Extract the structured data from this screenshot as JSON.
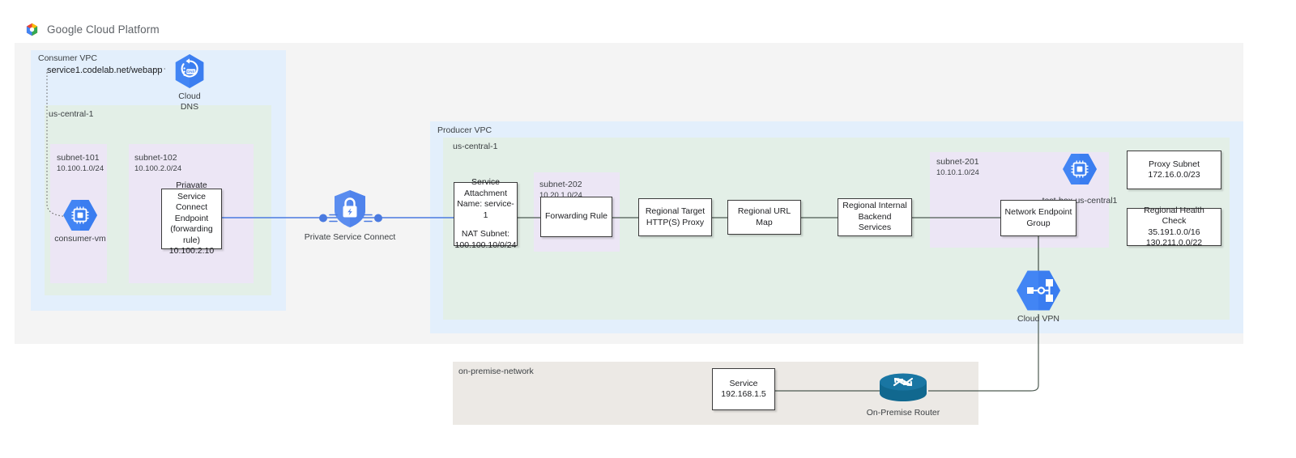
{
  "header": {
    "logo_icon": "google-cloud-platform-logo",
    "title": "Google Cloud Platform"
  },
  "consumer": {
    "vpc_label": "Consumer VPC",
    "region_label": "us-central-1",
    "dns_url": "service1.codelab.net/webapp",
    "cloud_dns": {
      "icon": "cloud-dns-icon",
      "caption_line1": "Cloud",
      "caption_line2": "DNS"
    },
    "subnet_101": {
      "name": "subnet-101",
      "cidr": "10.100.1.0/24"
    },
    "subnet_102": {
      "name": "subnet-102",
      "cidr": "10.100.2.0/24"
    },
    "consumer_vm": {
      "icon": "compute-vm-icon",
      "caption": "consumer-vm"
    },
    "psc_endpoint": {
      "line1": "Priavate Service",
      "line2": "Connect Endpoint",
      "line3": "(forwarding rule)",
      "line4": "10.100.2.10"
    }
  },
  "psc": {
    "icon": "private-service-connect-icon",
    "caption": "Private Service Connect"
  },
  "producer": {
    "vpc_label": "Producer VPC",
    "region_label": "us-central-1",
    "service_attachment": {
      "line1": "Service",
      "line2": "Attachment",
      "line3": "Name: service-1",
      "line4": "NAT Subnet:",
      "line5": "100.100.10/0/24"
    },
    "subnet_202": {
      "name": "subnet-202",
      "cidr": "10.20.1.0/24"
    },
    "forwarding_rule": "Forwarding Rule",
    "target_proxy": {
      "line1": "Regional Target",
      "line2": "HTTP(S) Proxy"
    },
    "url_map": "Regional URL Map",
    "backend_services": {
      "line1": "Regional Internal",
      "line2": "Backend Services"
    },
    "subnet_201": {
      "name": "subnet-201",
      "cidr": "10.10.1.0/24"
    },
    "test_box": {
      "icon": "compute-vm-icon",
      "caption": "test-box-us-central1"
    },
    "neg": {
      "line1": "Network Endpoint",
      "line2": "Group"
    },
    "proxy_subnet": {
      "line1": "Proxy Subnet",
      "line2": "172.16.0.0/23"
    },
    "health_check": {
      "line1": "Regional Health Check",
      "line2": "35.191.0.0/16",
      "line3": "130.211.0.0/22"
    }
  },
  "cloud_vpn": {
    "icon": "cloud-vpn-icon",
    "caption": "Cloud VPN"
  },
  "onprem": {
    "network_label": "on-premise-network",
    "service": {
      "line1": "Service",
      "line2": "192.168.1.5"
    },
    "router": {
      "icon": "on-premise-router-icon",
      "caption": "On-Premise Router"
    }
  },
  "colors": {
    "page_background": "#ffffff",
    "outer_panel": "#f4f4f4",
    "vpc_fill": "#e3effc",
    "region_fill": "#e3efe7",
    "subnet_fill": "#ece6f5",
    "onprem_fill": "#ece9e5",
    "google_blue": "#4285f4",
    "psc_link_line": "#4a7ae0",
    "wire_line": "#4d5a52",
    "router_blue": "#11688f",
    "node_border": "#3b3b3b"
  }
}
